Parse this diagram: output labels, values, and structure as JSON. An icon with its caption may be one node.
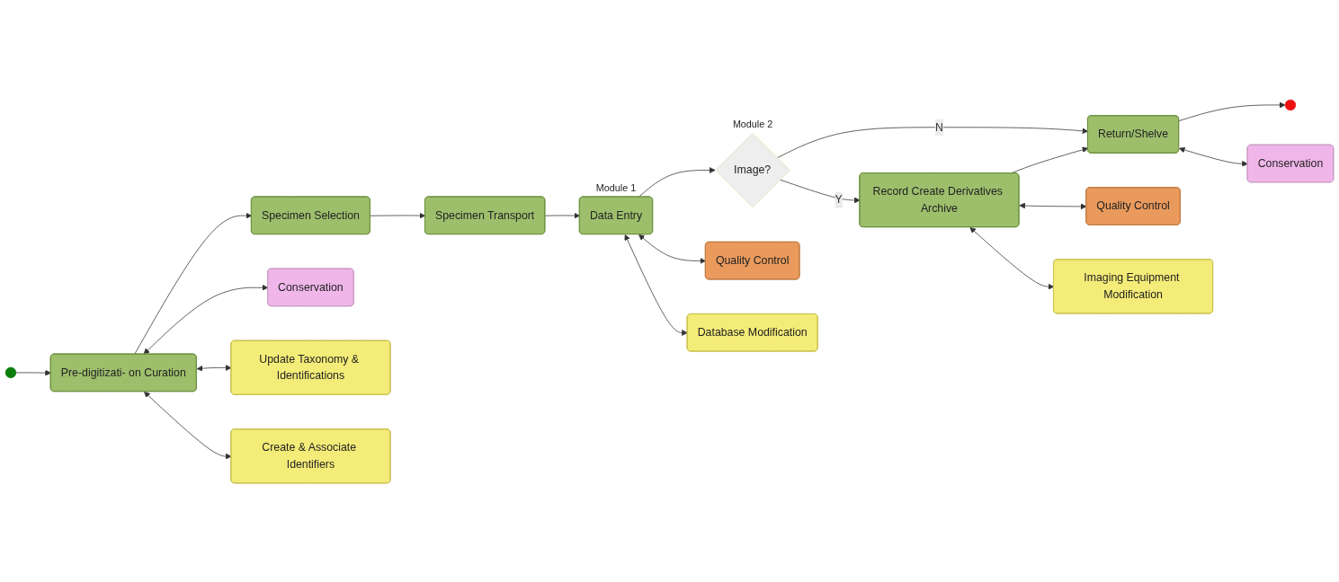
{
  "diagram": {
    "nodes": [
      {
        "text": [],
        "shape": "circle"
      },
      {
        "text": [
          "Pre-digitizati- on Curation"
        ]
      },
      {
        "text": [
          "Specimen Selection"
        ]
      },
      {
        "text": [
          "Specimen Transport"
        ]
      },
      {
        "text": [
          "Data Entry"
        ],
        "beside": [
          "Module 1"
        ]
      },
      {
        "text": [
          "Image?"
        ],
        "beside": [
          "Module 2"
        ]
      },
      {
        "text": [
          "Return/Shelve"
        ]
      },
      {
        "text": [],
        "shape": "circle"
      },
      {
        "text": [
          "Record Create Derivatives Archive"
        ]
      },
      {
        "text": [
          "Conservation"
        ]
      },
      {
        "text": [
          "Update Taxonomy & Identifications"
        ]
      },
      {
        "text": [
          "Create & Associate Identifiers"
        ]
      },
      {
        "text": [
          "Quality Control"
        ]
      },
      {
        "text": [
          "Database Modification"
        ]
      },
      {
        "text": [
          "Quality Control"
        ]
      },
      {
        "text": [
          "Imaging Equipment Modification"
        ]
      },
      {
        "text": [
          "Conservation"
        ]
      }
    ],
    "edges": [
      {
        "from": 0,
        "to": 1,
        "arrow": "to"
      },
      {
        "from": 1,
        "to": 2,
        "arrow": "to"
      },
      {
        "from": 2,
        "to": 3,
        "arrow": "to"
      },
      {
        "from": 3,
        "to": 4,
        "arrow": "to"
      },
      {
        "from": 4,
        "to": 5,
        "arrow": "to"
      },
      {
        "from": 5,
        "to": 6,
        "arrow": "to",
        "label": "N"
      },
      {
        "from": 6,
        "to": 7,
        "arrow": "to"
      },
      {
        "from": 5,
        "to": 8,
        "arrow": "to",
        "label": "Y"
      },
      {
        "from": 8,
        "to": 6,
        "arrow": "to"
      },
      {
        "from": 1,
        "to": 9,
        "arrow": "both"
      },
      {
        "from": 1,
        "to": 11,
        "arrow": "both"
      },
      {
        "from": 1,
        "to": 10,
        "arrow": "both"
      },
      {
        "from": 4,
        "to": 12,
        "arrow": "both"
      },
      {
        "from": 4,
        "to": 13,
        "arrow": "both"
      },
      {
        "from": 8,
        "to": 14,
        "arrow": "both"
      },
      {
        "from": 8,
        "to": 15,
        "arrow": "both"
      },
      {
        "from": 6,
        "to": 16,
        "arrow": "both"
      }
    ]
  }
}
